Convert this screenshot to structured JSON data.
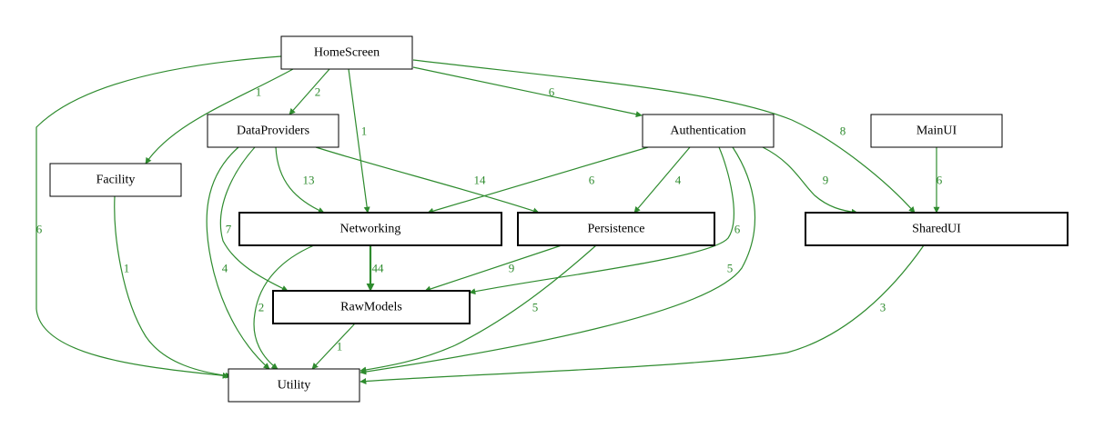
{
  "colors": {
    "edge": "#2e8b2e",
    "node_border": "#000000",
    "background": "#ffffff"
  },
  "nodes": {
    "home_screen": "HomeScreen",
    "data_providers": "DataProviders",
    "authentication": "Authentication",
    "main_ui": "MainUI",
    "facility": "Facility",
    "networking": "Networking",
    "persistence": "Persistence",
    "shared_ui": "SharedUI",
    "raw_models": "RawModels",
    "utility": "Utility"
  },
  "edges": [
    {
      "from": "HomeScreen",
      "to": "Facility",
      "label": "1"
    },
    {
      "from": "HomeScreen",
      "to": "DataProviders",
      "label": "2"
    },
    {
      "from": "HomeScreen",
      "to": "Networking",
      "label": "1"
    },
    {
      "from": "HomeScreen",
      "to": "Authentication",
      "label": "6"
    },
    {
      "from": "HomeScreen",
      "to": "SharedUI",
      "label": "8"
    },
    {
      "from": "HomeScreen",
      "to": "Utility",
      "label": "6"
    },
    {
      "from": "DataProviders",
      "to": "Networking",
      "label": "13"
    },
    {
      "from": "DataProviders",
      "to": "Persistence",
      "label": "14"
    },
    {
      "from": "DataProviders",
      "to": "RawModels",
      "label": "7"
    },
    {
      "from": "DataProviders",
      "to": "Utility",
      "label": "4"
    },
    {
      "from": "Authentication",
      "to": "Networking",
      "label": "6"
    },
    {
      "from": "Authentication",
      "to": "Persistence",
      "label": "4"
    },
    {
      "from": "Authentication",
      "to": "SharedUI",
      "label": "9"
    },
    {
      "from": "Authentication",
      "to": "RawModels",
      "label": "6"
    },
    {
      "from": "Authentication",
      "to": "Utility",
      "label": "5"
    },
    {
      "from": "MainUI",
      "to": "SharedUI",
      "label": "6"
    },
    {
      "from": "Facility",
      "to": "Utility",
      "label": "1"
    },
    {
      "from": "Networking",
      "to": "RawModels",
      "label": "44"
    },
    {
      "from": "Networking",
      "to": "Utility",
      "label": "2"
    },
    {
      "from": "Persistence",
      "to": "RawModels",
      "label": "9"
    },
    {
      "from": "Persistence",
      "to": "Utility",
      "label": "5"
    },
    {
      "from": "SharedUI",
      "to": "Utility",
      "label": "3"
    },
    {
      "from": "RawModels",
      "to": "Utility",
      "label": "1"
    }
  ]
}
